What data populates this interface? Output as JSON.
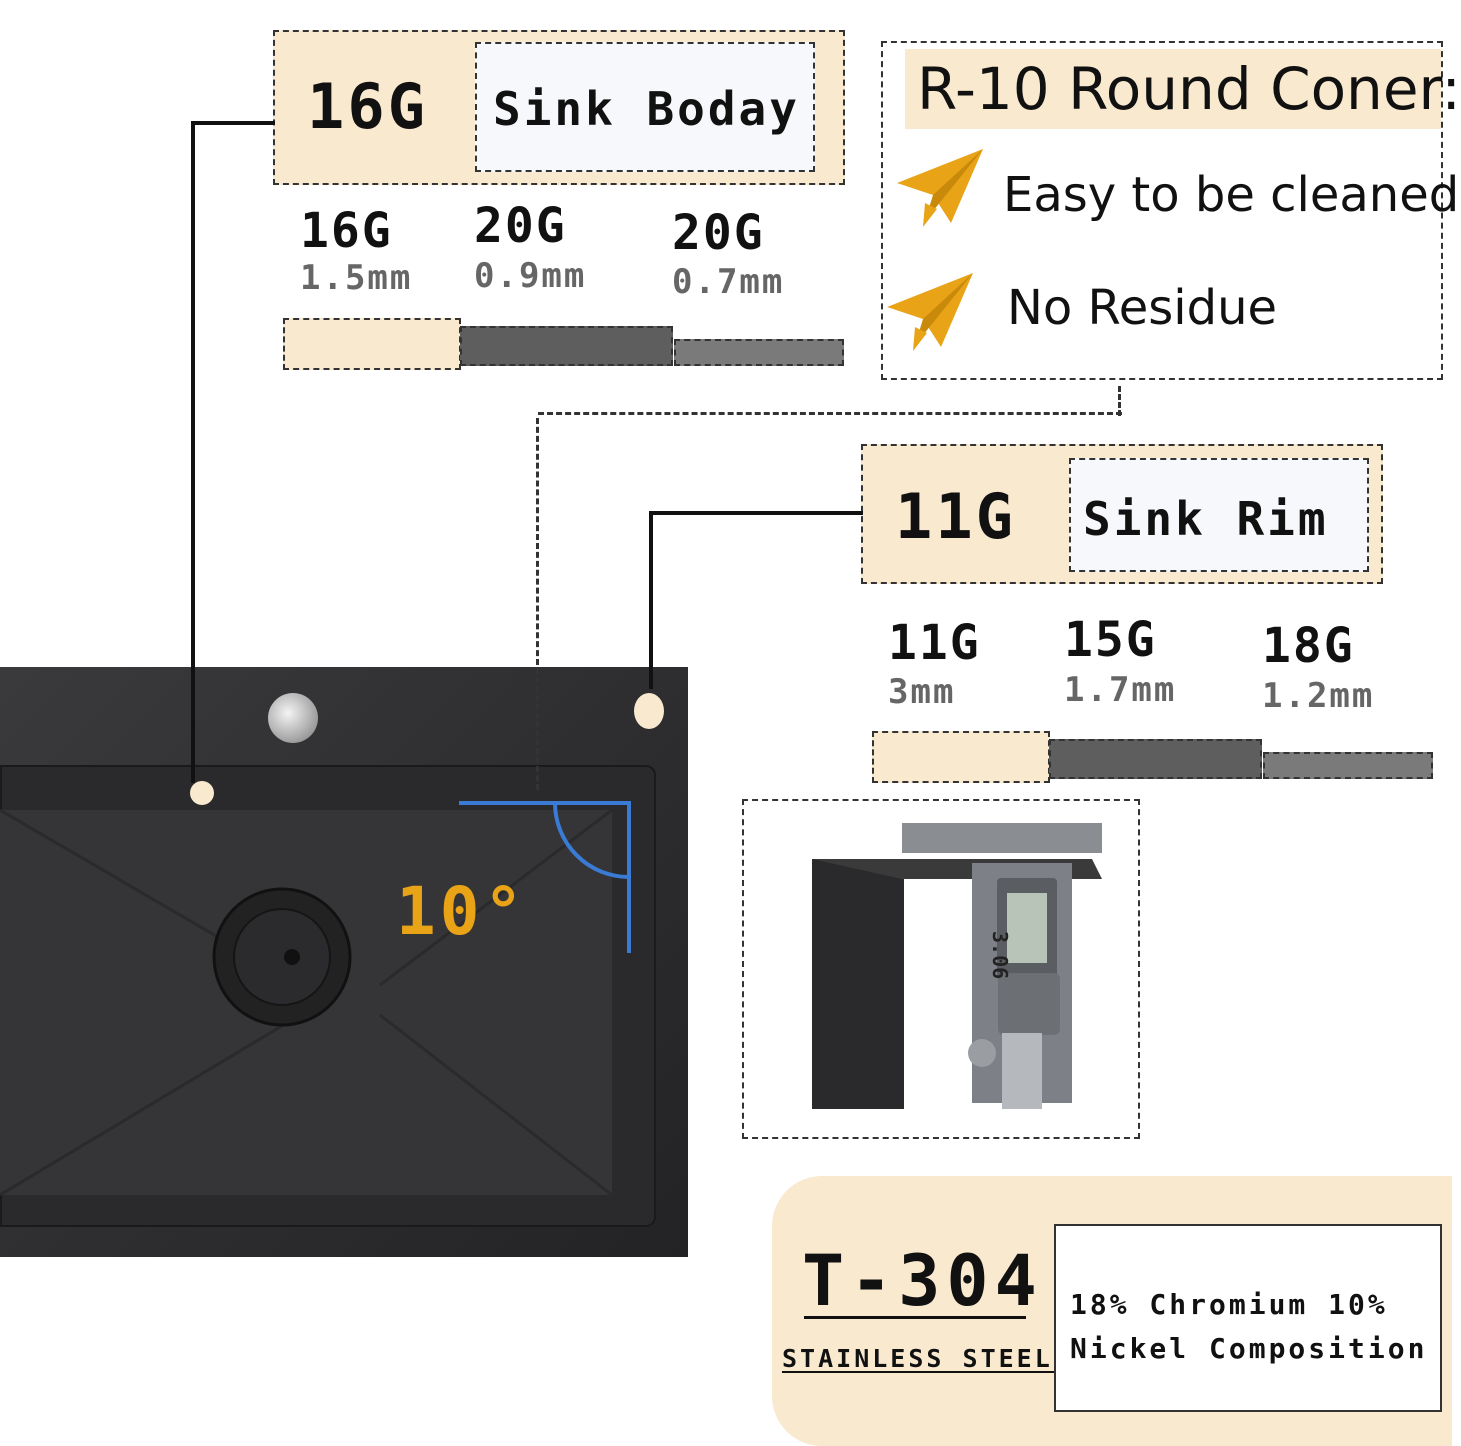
{
  "sink_body": {
    "gauge": "16G",
    "label": "Sink Boday",
    "options": [
      {
        "gauge": "16G",
        "thickness": "1.5mm"
      },
      {
        "gauge": "20G",
        "thickness": "0.9mm"
      },
      {
        "gauge": "20G",
        "thickness": "0.7mm"
      }
    ]
  },
  "corner": {
    "title": "R-10 Round Coner:",
    "benefits": [
      "Easy to be cleaned",
      "No Residue"
    ],
    "angle": "10°"
  },
  "sink_rim": {
    "gauge": "11G",
    "label": "Sink Rim",
    "options": [
      {
        "gauge": "11G",
        "thickness": "3mm"
      },
      {
        "gauge": "15G",
        "thickness": "1.7mm"
      },
      {
        "gauge": "18G",
        "thickness": "1.2mm"
      }
    ]
  },
  "caliper": {
    "reading": "3.06"
  },
  "material": {
    "grade": "T-304",
    "type": "STAINLESS STEEL",
    "composition_line1": "18% Chromium 10%",
    "composition_line2": "Nickel Composition"
  },
  "colors": {
    "beige": "#f8e9cf",
    "dark_swatch": "#5e5e5e",
    "mid_swatch": "#7a7a7a",
    "accent_orange": "#e8a317",
    "angle_blue": "#3a7bd5",
    "sink_black": "#2a2a2c"
  }
}
